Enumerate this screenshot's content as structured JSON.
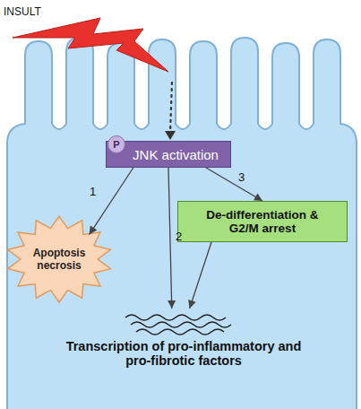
{
  "diagram": {
    "nodes": [
      {
        "text": [
          "JNK activation"
        ]
      },
      {
        "text": [
          "Apoptosis necrosis"
        ]
      },
      {
        "text": [
          "De-differentiation & G2/M arrest"
        ]
      },
      {
        "text": [
          "Transcription of pro-inflammatory and pro-fibrotic factors"
        ]
      }
    ],
    "edges": [
      {
        "from": 0,
        "to": 1,
        "arrow": "to"
      },
      {
        "from": 0,
        "to": 3,
        "arrow": "to"
      },
      {
        "from": 0,
        "to": 2,
        "arrow": "to"
      },
      {
        "from": 2,
        "to": 3,
        "arrow": "to"
      }
    ],
    "labels": [
      "INSULT",
      "P",
      "1",
      "2",
      "3"
    ]
  }
}
